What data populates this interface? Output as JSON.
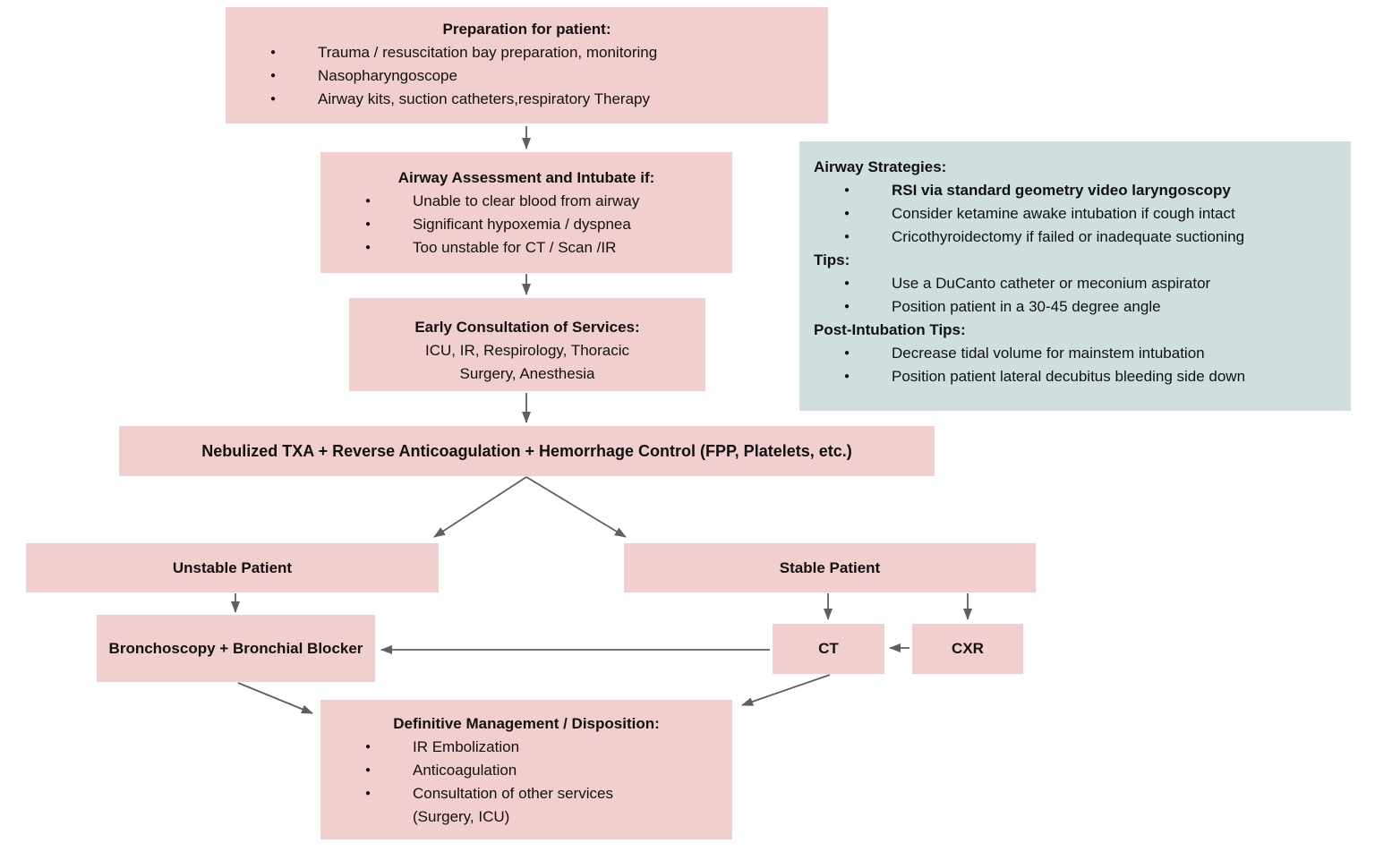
{
  "colors": {
    "box_pink": "#f2cfcf",
    "box_teal": "#cfdfde",
    "arrow": "#5f5f5f",
    "text": "#111111",
    "background": "#ffffff"
  },
  "nodes": {
    "preparation": {
      "title": "Preparation for patient:",
      "bullets": [
        "Trauma / resuscitation bay preparation, monitoring",
        "Nasopharyngoscope",
        "Airway kits, suction catheters,respiratory Therapy"
      ]
    },
    "airway_assessment": {
      "title": "Airway Assessment and Intubate if:",
      "bullets": [
        "Unable to clear blood from airway",
        "Significant hypoxemia / dyspnea",
        "Too unstable for CT / Scan /IR"
      ]
    },
    "airway_strategies": {
      "lines": [
        {
          "kind": "heading",
          "text": "Airway Strategies:"
        },
        {
          "kind": "bullet",
          "text": "RSI via standard geometry video laryngoscopy",
          "bold": true
        },
        {
          "kind": "bullet",
          "text": "Consider ketamine awake intubation if cough intact"
        },
        {
          "kind": "bullet",
          "text": "Cricothyroidectomy if failed or inadequate suctioning"
        },
        {
          "kind": "heading",
          "text": "Tips:"
        },
        {
          "kind": "bullet",
          "text": "Use a DuCanto catheter or meconium aspirator"
        },
        {
          "kind": "bullet",
          "text": "Position patient in a 30-45 degree angle"
        },
        {
          "kind": "heading",
          "text": "Post-Intubation Tips:"
        },
        {
          "kind": "bullet",
          "text": "Decrease tidal volume for mainstem intubation"
        },
        {
          "kind": "bullet",
          "text": "Position patient lateral decubitus bleeding side down"
        }
      ]
    },
    "early_consultation": {
      "title": "Early Consultation of Services:",
      "body": "ICU, IR, Respirology, Thoracic\nSurgery, Anesthesia"
    },
    "nebulized_txa": {
      "title": "Nebulized TXA + Reverse Anticoagulation + Hemorrhage Control (FPP, Platelets, etc.)"
    },
    "unstable_patient": {
      "title": "Unstable Patient"
    },
    "stable_patient": {
      "title": "Stable Patient"
    },
    "bronchoscopy": {
      "title": "Bronchoscopy + Bronchial Blocker"
    },
    "ct": {
      "title": "CT"
    },
    "cxr": {
      "title": "CXR"
    },
    "definitive": {
      "title": "Definitive Management / Disposition:",
      "bullets": [
        "IR Embolization",
        "Anticoagulation",
        "Consultation of other services\n(Surgery, ICU)"
      ]
    }
  }
}
